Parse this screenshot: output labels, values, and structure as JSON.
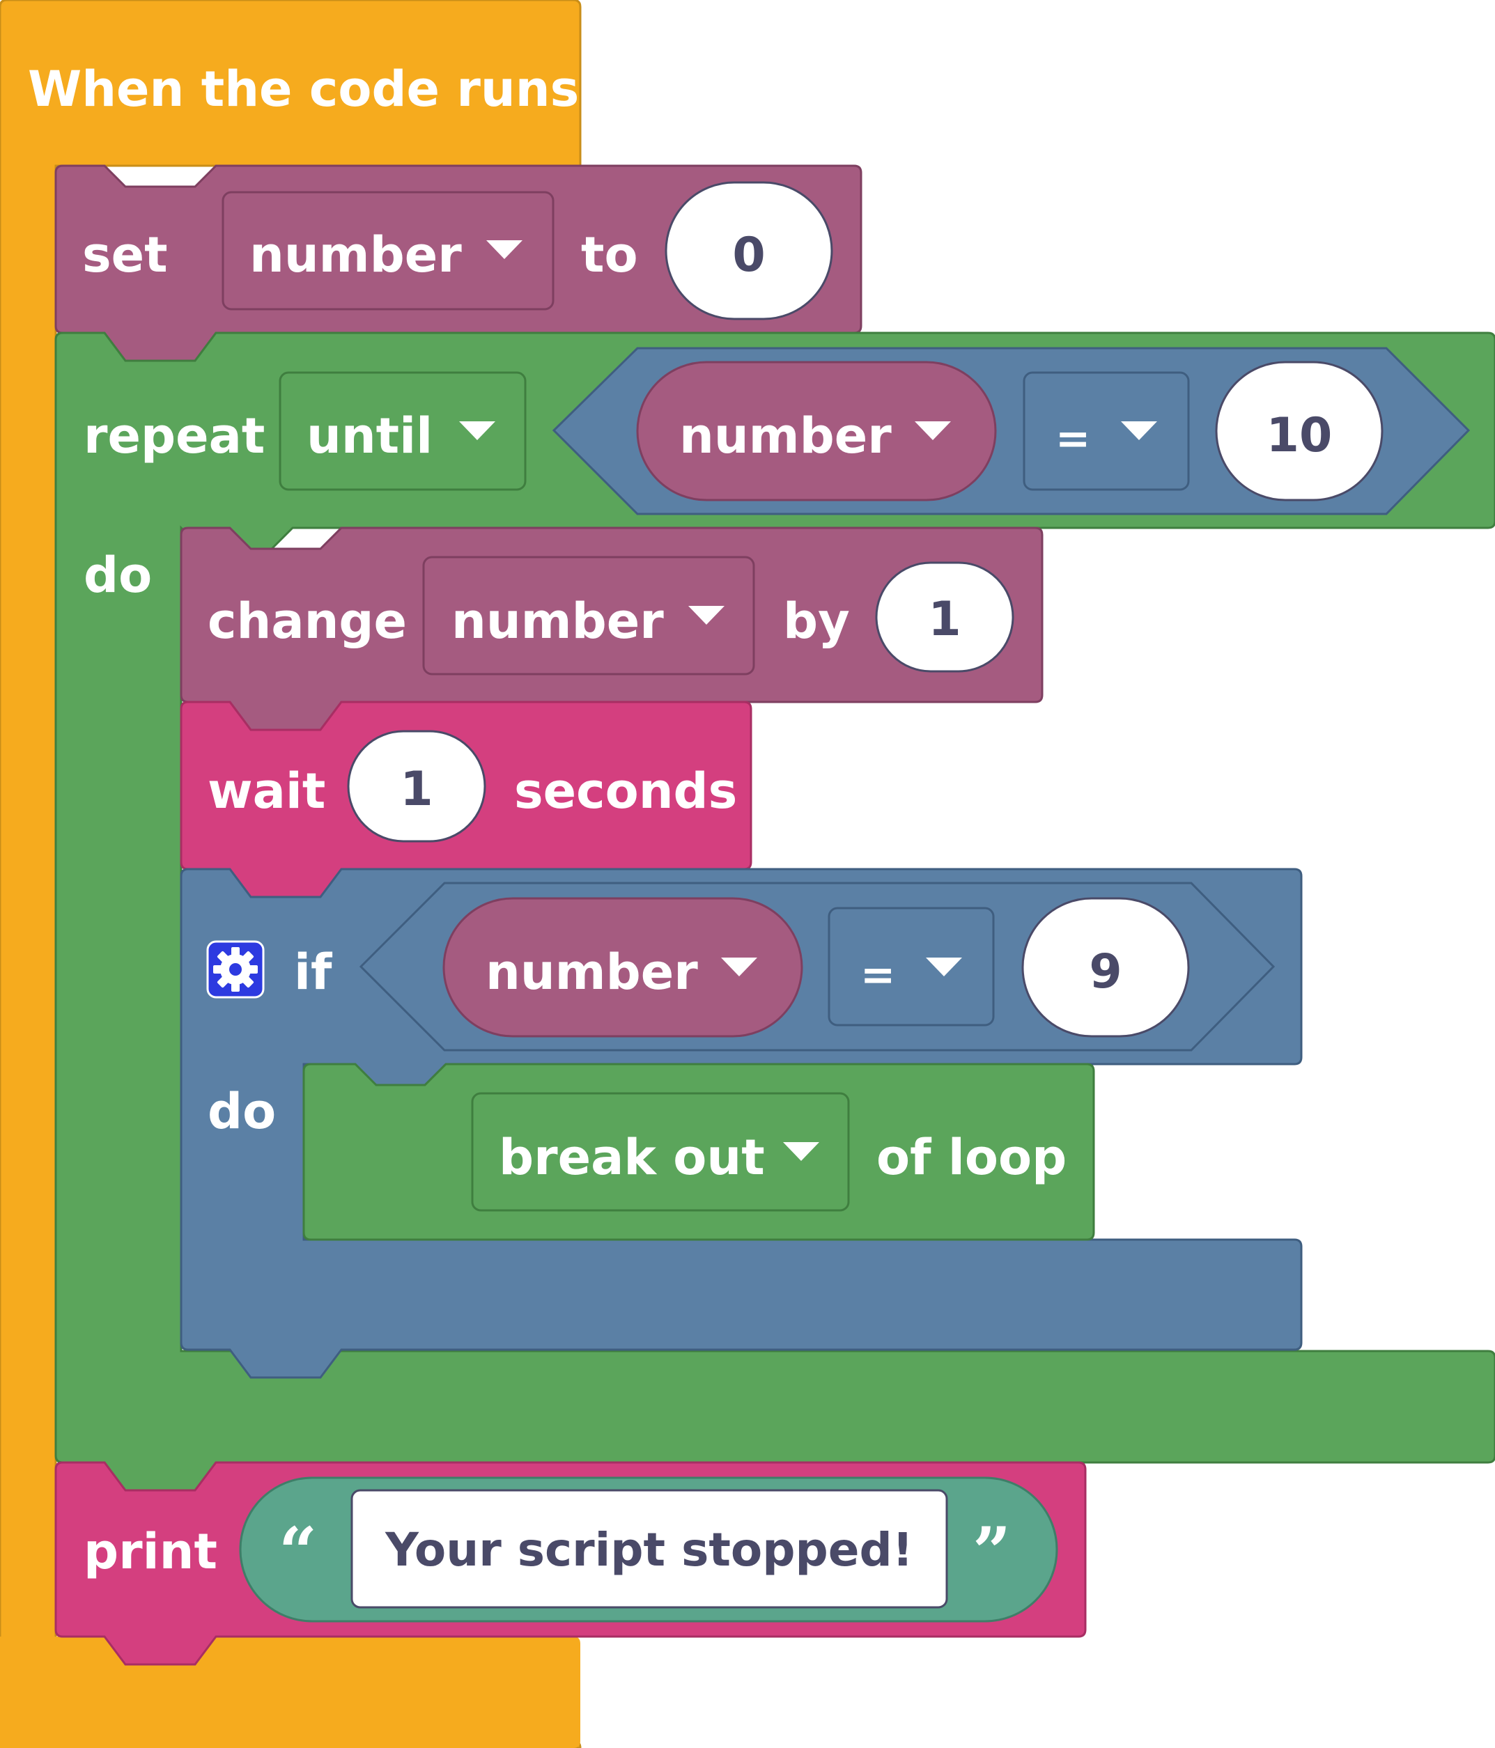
{
  "hat": {
    "label": "When the code runs",
    "color": "#f6ab1e"
  },
  "set_block": {
    "label": "set",
    "variable": "number",
    "to_label": "to",
    "value": "0",
    "color": "#a55b80"
  },
  "repeat_block": {
    "label": "repeat",
    "mode": "until",
    "do_label": "do",
    "color": "#5ba55b",
    "condition": {
      "variable": "number",
      "operator": "=",
      "value": "10",
      "color": "#5b80a5"
    }
  },
  "change_block": {
    "label": "change",
    "variable": "number",
    "by_label": "by",
    "value": "1",
    "color": "#a55b80"
  },
  "wait_block": {
    "label": "wait",
    "value": "1",
    "unit_label": "seconds",
    "color": "#d43f7f"
  },
  "if_block": {
    "label": "if",
    "do_label": "do",
    "color": "#5b80a5",
    "gear_icon": "gear-icon",
    "condition": {
      "variable": "number",
      "operator": "=",
      "value": "9"
    }
  },
  "break_block": {
    "mode": "break out",
    "suffix_label": "of loop",
    "color": "#5ba55b"
  },
  "print_block": {
    "label": "print",
    "text": "Your script stopped!",
    "open_quote": "“",
    "close_quote": "”",
    "color": "#d43f7f",
    "string_color": "#5ba58c"
  },
  "colors": {
    "field_stroke": "#4a4a68",
    "value_text": "#4a4a68"
  }
}
